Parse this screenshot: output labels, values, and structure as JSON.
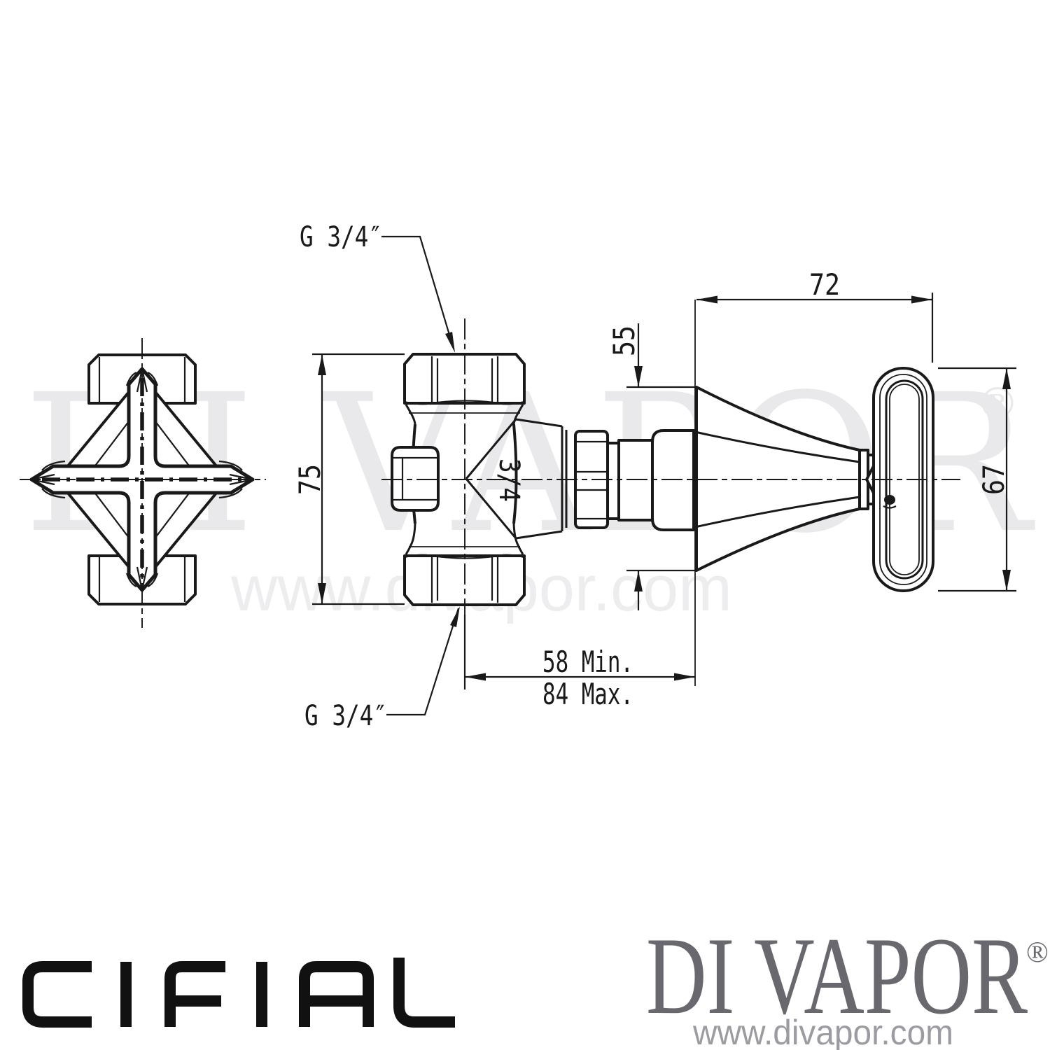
{
  "drawing": {
    "labels": {
      "thread_top": "G 3/4″",
      "thread_bottom": "G 3/4″",
      "body_marking": "3/4"
    },
    "dimensions": {
      "body_height": "75",
      "handle_projection": "72",
      "flange_diameter": "55",
      "handle_height": "67",
      "depth_min": "58 Min.",
      "depth_max": "84 Max."
    }
  },
  "watermark": {
    "brand": "DI VAPOR",
    "registered": "®",
    "url": "www.divapor.com"
  },
  "footer": {
    "cifial_logo": "CIFIAL",
    "divapor_logo": "DI VAPOR",
    "divapor_registered": "®",
    "divapor_url": "www.divapor.com"
  },
  "colors": {
    "line": "#191919",
    "watermark_gray": "#e9e9ec",
    "logo_black": "#111111",
    "logo_gray": "#68686e",
    "url_gray": "#9b9ba2",
    "background": "#ffffff"
  }
}
